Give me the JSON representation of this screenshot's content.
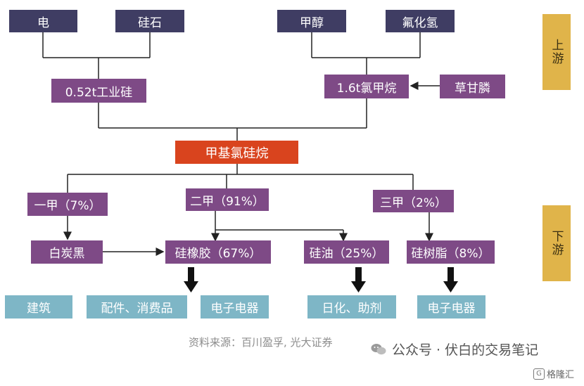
{
  "nodes": {
    "electricity": "电",
    "silica": "硅石",
    "methanol": "甲醇",
    "hydrogen_chloride": "氟化氢",
    "industrial_silicon": "0.52t工业硅",
    "methyl_chloride": "1.6t氯甲烷",
    "glyphosate": "草甘膦",
    "methylchlorosilane": "甲基氯硅烷",
    "mono_methyl": "一甲（7%）",
    "di_methyl": "二甲（91%）",
    "tri_methyl": "三甲（2%）",
    "white_carbon_black": "白炭黑",
    "silicone_rubber": "硅橡胶（67%）",
    "silicone_oil": "硅油（25%）",
    "silicone_resin": "硅树脂（8%）",
    "construction": "建筑",
    "parts_consumer_goods": "配件、消费品",
    "electronics_1": "电子电器",
    "daily_chem_additives": "日化、助剂",
    "electronics_2": "电子电器"
  },
  "side_labels": {
    "upstream": "上游",
    "downstream": "下游"
  },
  "source_note": "资料来源：百川盈孚, 光大证券",
  "watermark": "公众号 · 伏白的交易笔记",
  "corner_logo": "格隆汇",
  "corner_logo_glyph": "G",
  "icons": {
    "wechat": "wechat-icon",
    "corner": "gelonghui-logo-icon"
  },
  "colors": {
    "dark_box": "#3f3d63",
    "purple_box": "#7e4a86",
    "red_box": "#d9441e",
    "teal_box": "#7eb6c6",
    "gold_box": "#e0b44a"
  }
}
